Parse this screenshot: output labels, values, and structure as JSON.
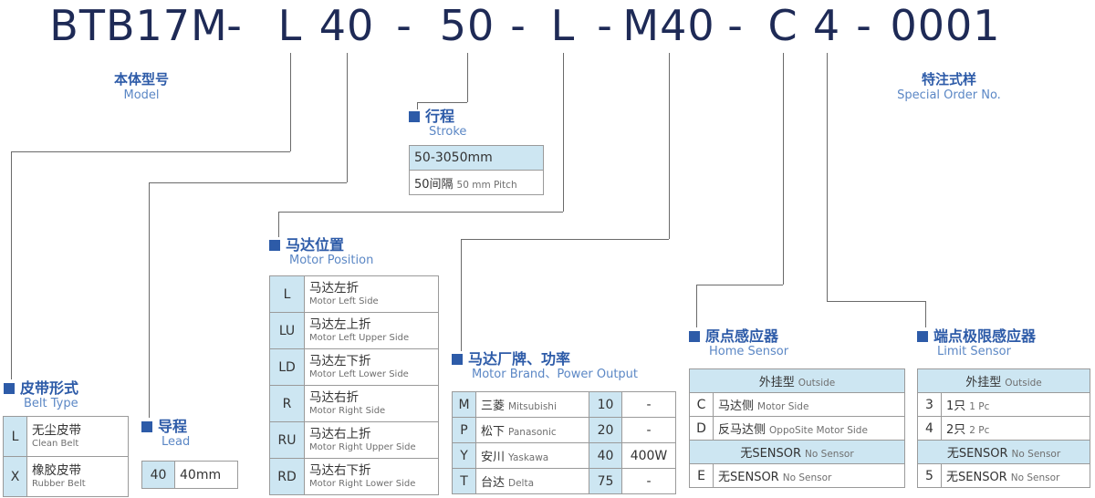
{
  "model_code": {
    "full": "BTB17M-L40-50-L-M40-C4-0001",
    "segments": [
      "BTB17M",
      "-",
      "L",
      "40",
      "-",
      "50",
      "-",
      "L",
      "-",
      "M40",
      "-",
      "C",
      "4",
      "-",
      "0001"
    ]
  },
  "labels": {
    "model": {
      "zh": "本体型号",
      "en": "Model"
    },
    "special": {
      "zh": "特注式样",
      "en": "Special Order No."
    }
  },
  "sections": {
    "belt_type": {
      "title_zh": "皮带形式",
      "title_en": "Belt Type",
      "rows": [
        {
          "code": "L",
          "zh": "无尘皮带",
          "en": "Clean Belt"
        },
        {
          "code": "X",
          "zh": "橡胶皮带",
          "en": "Rubber Belt"
        }
      ]
    },
    "lead": {
      "title_zh": "导程",
      "title_en": "Lead",
      "rows": [
        {
          "code": "40",
          "value": "40mm"
        }
      ]
    },
    "stroke": {
      "title_zh": "行程",
      "title_en": "Stroke",
      "range": "50-3050mm",
      "pitch_zh": "50间隔",
      "pitch_en": "50 mm Pitch"
    },
    "motor_position": {
      "title_zh": "马达位置",
      "title_en": "Motor Position",
      "rows": [
        {
          "code": "L",
          "zh": "马达左折",
          "en": "Motor Left Side"
        },
        {
          "code": "LU",
          "zh": "马达左上折",
          "en": "Motor Left Upper Side"
        },
        {
          "code": "LD",
          "zh": "马达左下折",
          "en": "Motor Left Lower Side"
        },
        {
          "code": "R",
          "zh": "马达右折",
          "en": "Motor Right Side"
        },
        {
          "code": "RU",
          "zh": "马达右上折",
          "en": "Motor Right Upper Side"
        },
        {
          "code": "RD",
          "zh": "马达右下折",
          "en": "Motor Right Lower Side"
        }
      ]
    },
    "motor_brand": {
      "title_zh": "马达厂牌、功率",
      "title_en": "Motor Brand、Power Output",
      "rows": [
        {
          "code": "M",
          "zh": "三菱",
          "en": "Mitsubishi",
          "power_code": "10",
          "power": "-"
        },
        {
          "code": "P",
          "zh": "松下",
          "en": "Panasonic",
          "power_code": "20",
          "power": "-"
        },
        {
          "code": "Y",
          "zh": "安川",
          "en": "Yaskawa",
          "power_code": "40",
          "power": "400W"
        },
        {
          "code": "T",
          "zh": "台达",
          "en": "Delta",
          "power_code": "75",
          "power": "-"
        }
      ]
    },
    "home_sensor": {
      "title_zh": "原点感应器",
      "title_en": "Home Sensor",
      "header1_zh": "外挂型",
      "header1_en": "Outside",
      "rows1": [
        {
          "code": "C",
          "zh": "马达侧",
          "en": "Motor Side"
        },
        {
          "code": "D",
          "zh": "反马达侧",
          "en": "OppoSite Motor Side"
        }
      ],
      "header2_zh": "无SENSOR",
      "header2_en": "No Sensor",
      "rows2": [
        {
          "code": "E",
          "zh": "无SENSOR",
          "en": "No Sensor"
        }
      ]
    },
    "limit_sensor": {
      "title_zh": "端点极限感应器",
      "title_en": "Limit Sensor",
      "header1_zh": "外挂型",
      "header1_en": "Outside",
      "rows1": [
        {
          "code": "3",
          "zh": "1只",
          "en": "1 Pc"
        },
        {
          "code": "4",
          "zh": "2只",
          "en": "2 Pc"
        }
      ],
      "header2_zh": "无SENSOR",
      "header2_en": "No Sensor",
      "rows2": [
        {
          "code": "5",
          "zh": "无SENSOR",
          "en": "No Sensor"
        }
      ]
    }
  },
  "colors": {
    "title_text": "#1e2a56",
    "heading_blue": "#2d5ba8",
    "heading_light_blue": "#5b87c5",
    "cell_fill": "#cde6f2",
    "line": "#6a6a6a"
  }
}
